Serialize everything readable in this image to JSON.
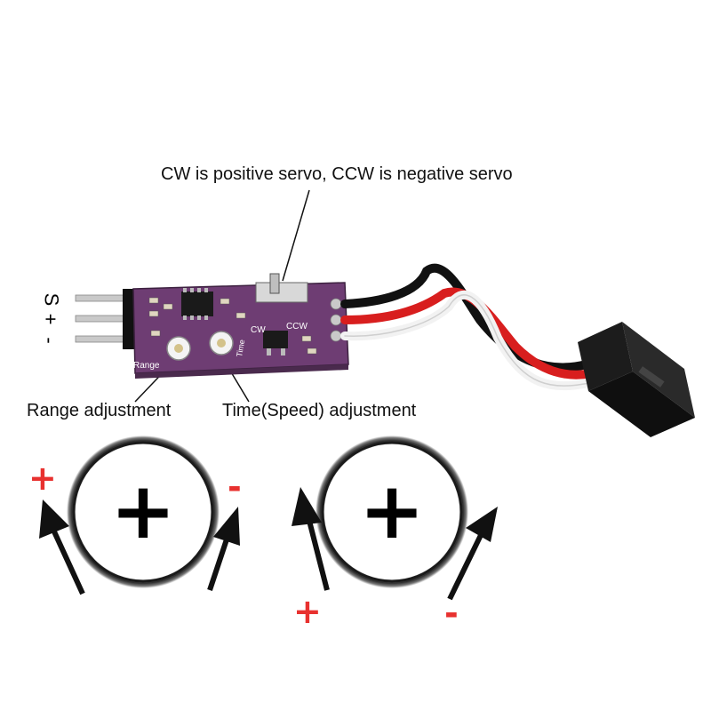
{
  "captions": {
    "switch_note": "CW is positive servo, CCW is negative servo",
    "range": "Range adjustment",
    "time": "Time(Speed) adjustment"
  },
  "pins": {
    "signal": "S",
    "positive": "+",
    "negative": "-"
  },
  "board_silkscreen": {
    "cw": "CW",
    "ccw": "CCW",
    "range": "Range",
    "time": "Time"
  },
  "dials": {
    "left": {
      "center_symbol": "+",
      "plus_sign": "+",
      "minus_sign": "-"
    },
    "right": {
      "center_symbol": "+",
      "plus_sign": "+",
      "minus_sign": "-"
    }
  },
  "colors": {
    "board": "#6e3d73",
    "sign": "#e8312f",
    "wire_black": "#111111",
    "wire_red": "#d81e1e",
    "wire_white": "#f2f2f2"
  }
}
